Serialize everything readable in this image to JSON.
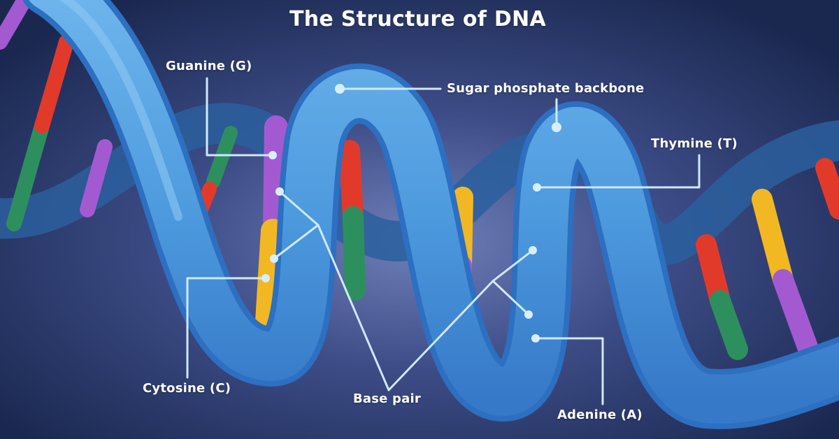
{
  "title": "The Structure of DNA",
  "labels": {
    "guanine": "Guanine (G)",
    "backbone": "Sugar phosphate backbone",
    "thymine": "Thymine (T)",
    "cytosine": "Cytosine (C)",
    "base_pair": "Base pair",
    "adenine": "Adenine (A)"
  },
  "colors": {
    "background": "#1c2b52",
    "backbone": "#4f9fe0",
    "backbone_dark": "#2f74c4",
    "adenine": "#e23a2a",
    "thymine": "#2e8f5e",
    "guanine": "#a35ad1",
    "cytosine": "#f2b824",
    "leader_line": "#cfe8ff"
  }
}
